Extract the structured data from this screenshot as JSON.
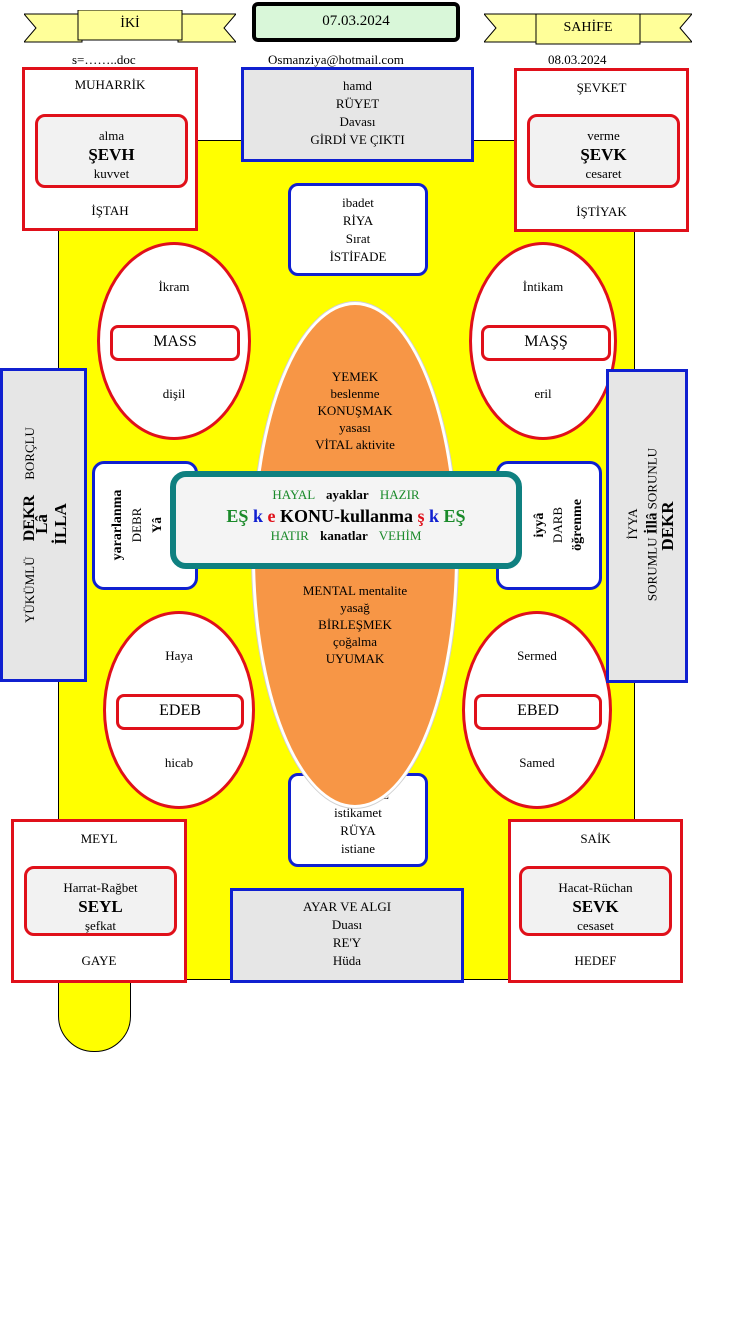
{
  "header": {
    "left_ribbon": "İKİ",
    "right_ribbon": "SAHİFE",
    "date": "07.03.2024",
    "left_file": "s=……..doc",
    "email": "Osmanziya@hotmail.com",
    "right_date": "08.03.2024"
  },
  "corners": {
    "top_left": {
      "top": "MUHARRİK",
      "inner1": "alma",
      "inner_big": "ŞEVH",
      "inner3": "kuvvet",
      "bottom": "İŞTAH"
    },
    "top_right": {
      "top": "ŞEVKET",
      "inner1": "verme",
      "inner_big": "ŞEVK",
      "inner3": "cesaret",
      "bottom": "İŞTİYAK"
    },
    "bottom_left": {
      "top": "MEYL",
      "inner1": "Harrat-Rağbet",
      "inner_big": "SEYL",
      "inner3": "şefkat",
      "bottom": "GAYE"
    },
    "bottom_right": {
      "top": "SAİK",
      "inner1": "Hacat-Rüchan",
      "inner_big": "SEVK",
      "inner3": "cesaset",
      "bottom": "HEDEF"
    }
  },
  "top_box": [
    "hamd",
    "RÜYET",
    "Davası",
    "GİRDİ VE ÇIKTI"
  ],
  "ibadet_box": [
    "ibadet",
    "RİYA",
    "Sırat",
    "İSTİFADE"
  ],
  "istikmal_box": [
    "İSTİKMAL",
    "istikamet",
    "RÜYA",
    "istiane"
  ],
  "bottom_box": [
    "AYAR VE ALGI",
    "Duası",
    "RE'Y",
    "Hüda"
  ],
  "ovals": {
    "top_left": {
      "top": "İkram",
      "inner": "MASS",
      "bottom": "dişil"
    },
    "top_right": {
      "top": "İntikam",
      "inner": "MAŞŞ",
      "bottom": "eril"
    },
    "bottom_left": {
      "top": "Haya",
      "inner": "EDEB",
      "bottom": "hicab"
    },
    "bottom_right": {
      "top": "Sermed",
      "inner": "EBED",
      "bottom": "Samed"
    }
  },
  "center_oval": {
    "upper": [
      "YEMEK",
      "beslenme",
      "KONUŞMAK",
      "yasası",
      "VİTAL aktivite"
    ],
    "lower": [
      "MENTAL mentalite",
      "yasağ",
      "BİRLEŞMEK",
      "çoğalma",
      "UYUMAK"
    ]
  },
  "center_box": {
    "row1": {
      "a": "HAYAL",
      "b": "ayaklar",
      "c": "HAZIR"
    },
    "row2": {
      "a": "EŞ",
      "b": "k",
      "c": "e",
      "d": "KONU-kullanma",
      "e": "ş",
      "f": "k",
      "g": "EŞ"
    },
    "row3": {
      "a": "HATIR",
      "b": "kanatlar",
      "c": "VEHİM"
    }
  },
  "side_left_small": {
    "a": "yararlanma",
    "b": "DEBR",
    "c": "Yâ"
  },
  "side_right_small": {
    "a": "iyyâ",
    "b": "DARB",
    "c": "öğrenme"
  },
  "left_panel": {
    "a": "YÜKÜMLÜ",
    "b": "DEKR",
    "c": "BORÇLU",
    "d": "Lâ",
    "e": "İLLA"
  },
  "right_panel": {
    "a": "İYYA",
    "b": "SORUMLU",
    "c": "İllâ",
    "d": "SORUNLU",
    "e": "DEKR"
  },
  "colors": {
    "yellow": "#ffff00",
    "orange": "#f79646",
    "red": "#e0101a",
    "blue": "#1020d0",
    "teal": "#0f8080",
    "green": "#1a8a2a"
  }
}
